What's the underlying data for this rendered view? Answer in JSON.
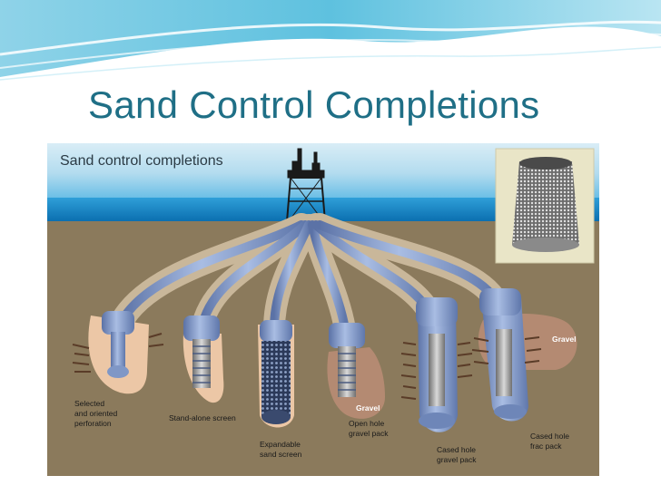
{
  "slide": {
    "title": "Sand Control Completions"
  },
  "figure": {
    "title": "Sand control completions",
    "completions": [
      {
        "lines": [
          "Selected",
          "and oriented",
          "perforation"
        ]
      },
      {
        "lines": [
          "Stand-alone screen"
        ]
      },
      {
        "lines": [
          "Expandable",
          "sand screen"
        ]
      },
      {
        "lines": [
          "Open hole",
          "gravel pack"
        ]
      },
      {
        "lines": [
          "Cased hole",
          "gravel pack"
        ]
      },
      {
        "lines": [
          "Cased hole",
          "frac pack"
        ]
      }
    ],
    "gravel_labels": [
      "Gravel",
      "Gravel"
    ],
    "colors": {
      "sea": "#2f9fd8",
      "soil": "#8b7a5c",
      "tubing": "#7f97c6",
      "sand": "#ecc7a6"
    }
  }
}
